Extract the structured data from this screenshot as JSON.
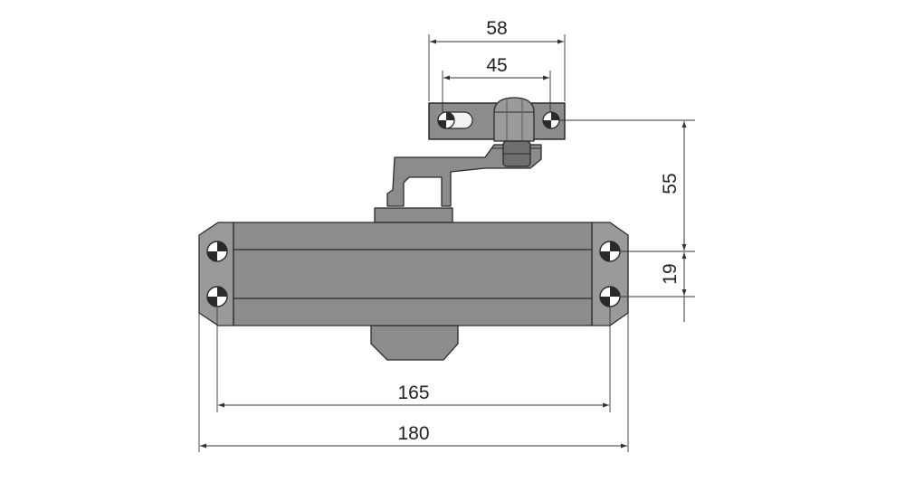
{
  "drawing": {
    "subject": "door closer with arm and mounting bracket",
    "colors": {
      "body_fill": "#8c8c8e",
      "outline": "#2a2a2a",
      "dimension_line": "#333333",
      "background": "#ffffff"
    },
    "dimensions": {
      "bracket_outer_width": "58",
      "bracket_hole_spacing": "45",
      "arm_height": "55",
      "body_hole_spacing_vertical": "19",
      "body_hole_spacing_horizontal": "165",
      "body_overall_length": "180"
    }
  }
}
